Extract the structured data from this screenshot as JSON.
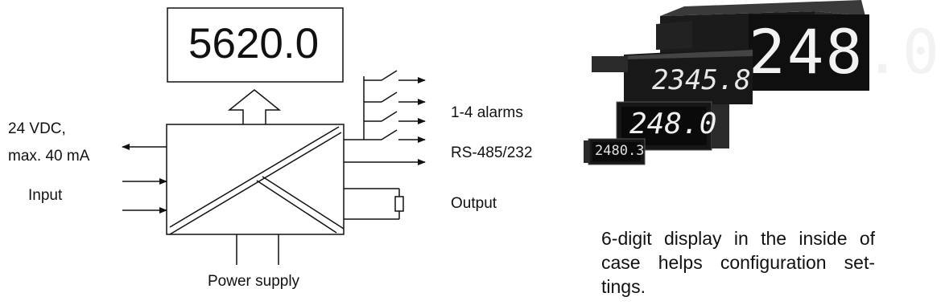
{
  "diagram": {
    "display_reading": "5620.0",
    "labels": {
      "supply_out_line1": "24 VDC,",
      "supply_out_line2": "max. 40 mA",
      "input": "Input",
      "power_supply": "Power supply",
      "alarms": "1-4 alarms",
      "serial": "RS-485/232",
      "output": "Output"
    }
  },
  "photo": {
    "readings": [
      "248.0",
      "2345.8",
      "248.0",
      "2480.3"
    ],
    "caption": "6-digit display in the inside of case helps configuration set-tings."
  }
}
